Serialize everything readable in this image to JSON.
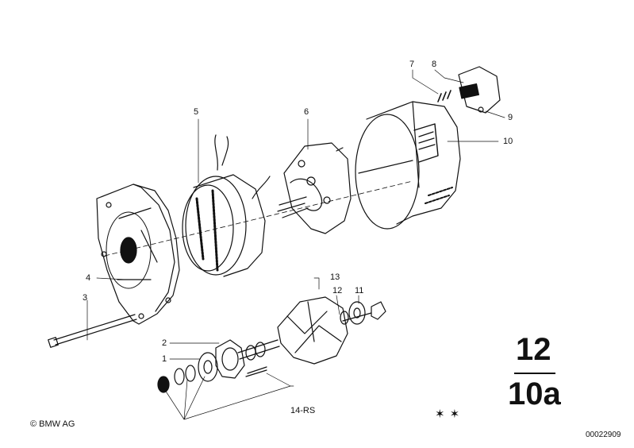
{
  "callouts": [
    {
      "id": "1",
      "label": "1"
    },
    {
      "id": "2",
      "label": "2"
    },
    {
      "id": "3",
      "label": "3"
    },
    {
      "id": "4",
      "label": "4"
    },
    {
      "id": "5",
      "label": "5"
    },
    {
      "id": "6",
      "label": "6"
    },
    {
      "id": "7",
      "label": "7"
    },
    {
      "id": "8",
      "label": "8"
    },
    {
      "id": "9",
      "label": "9"
    },
    {
      "id": "10",
      "label": "10"
    },
    {
      "id": "11",
      "label": "11"
    },
    {
      "id": "12",
      "label": "12"
    },
    {
      "id": "13",
      "label": "13"
    },
    {
      "id": "14",
      "label": "14-RS"
    }
  ],
  "group_number": {
    "top": "12",
    "bottom": "10a"
  },
  "marks": "✶✶",
  "copyright": "© BMW AG",
  "drawing_number": "00022909",
  "colors": {
    "ink": "#111111",
    "background": "#ffffff"
  }
}
